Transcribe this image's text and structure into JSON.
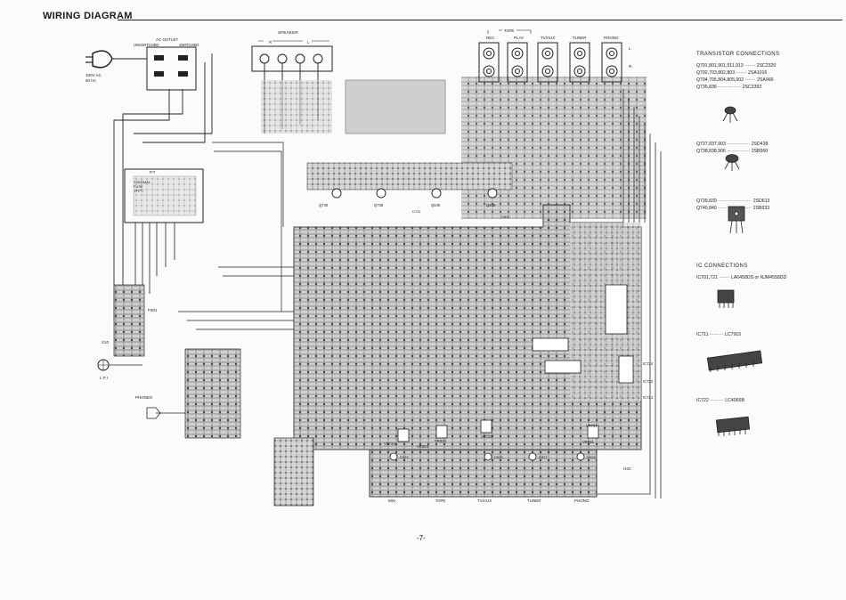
{
  "header": {
    "title": "WIRING DIAGRAM"
  },
  "page_number": "-7-",
  "power": {
    "ac_outlet": "AC OUTLET",
    "unswitched": "UNSWITCHED",
    "switched": "SWITCHED",
    "mains_rating": "100V AC",
    "mains_freq": "60 Hz",
    "pt": "P.T",
    "thermal_fuse": "THERMAL\nFUSE\n145°C",
    "p301": "P301",
    "s10": "S10",
    "lp1": "L P I"
  },
  "speaker": {
    "label": "SPEAKER",
    "r": "R",
    "l": "L"
  },
  "inputs": {
    "tape": "TAPE",
    "jacks": [
      "REC",
      "PLAY",
      "TV/AUX",
      "TUNER",
      "PHONO"
    ],
    "l": "L",
    "r": "R"
  },
  "transistors": [
    "Q740",
    "Q739",
    "Q540",
    "Q839"
  ],
  "diodes": [
    "D731",
    "D831"
  ],
  "volume": [
    "VR734",
    "VR824",
    "VR833",
    "VR731",
    "VR721",
    "VR831"
  ],
  "ic_labels": [
    "IC724",
    "IC722",
    "IC721",
    "H3C"
  ],
  "led_labels": [
    "D923",
    "D925",
    "D927",
    "D928"
  ],
  "phones": "PHONES",
  "selector": [
    "MIX",
    "TAPE",
    "TV/AUX",
    "TUNER",
    "PHONO"
  ],
  "transistor_connections": {
    "heading": "TRANSISTOR  CONNECTIONS",
    "group1": [
      [
        "Q701,801,901,911,913",
        "2SC2320"
      ],
      [
        "Q702,703,802,803",
        "2SA1016"
      ],
      [
        "Q704,705,804,805,902",
        "2SA966"
      ],
      [
        "Q735,836",
        "2SC3392"
      ]
    ],
    "group2": [
      [
        "Q737,837,903",
        "2SD438"
      ],
      [
        "Q738,838,906",
        "2SB560"
      ]
    ],
    "group3": [
      [
        "Q739,839",
        "2SD613"
      ],
      [
        "Q740,840",
        "2SB633"
      ]
    ]
  },
  "ic_connections": {
    "heading": "IC  CONNECTIONS",
    "ic1": [
      "IC701,721",
      "LA6458DS or NJM4558DD"
    ],
    "ic2": [
      "IC711",
      "LC7915"
    ],
    "ic3": [
      "IC722",
      "LC4066B"
    ]
  }
}
